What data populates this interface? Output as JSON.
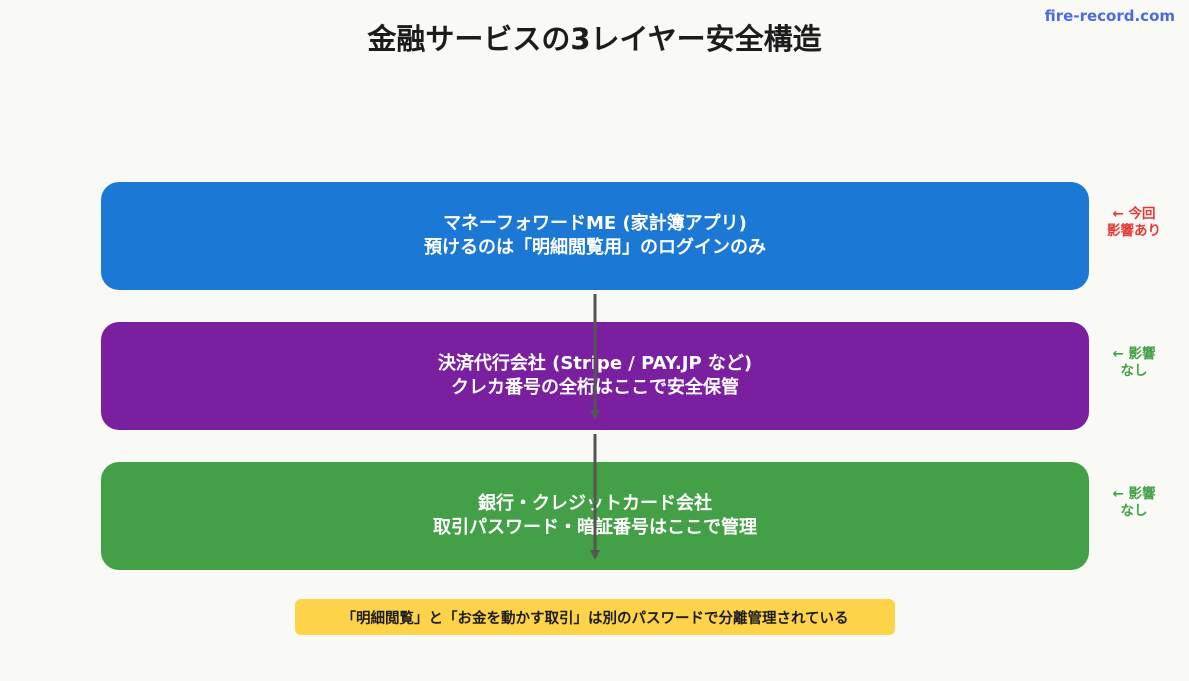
{
  "title": "金融サービスの3レイヤー安全構造",
  "watermark": "fire-record.com",
  "colors": {
    "layer1": "#1b78d4",
    "layer2": "#7a1fa0",
    "layer3": "#43a047",
    "impact_yes": "#e53935",
    "impact_no": "#43a047",
    "note_bg": "#fdd34a"
  },
  "layers": [
    {
      "line1": "マネーフォワードME (家計簿アプリ)",
      "line2": "預けるのは「明細閲覧用」のログインのみ",
      "impact_line1": "← 今回",
      "impact_line2": "影響あり"
    },
    {
      "line1": "決済代行会社 (Stripe / PAY.JP など)",
      "line2": "クレカ番号の全桁はここで安全保管",
      "impact_line1": "← 影響",
      "impact_line2": "なし"
    },
    {
      "line1": "銀行・クレジットカード会社",
      "line2": "取引パスワード・暗証番号はここで管理",
      "impact_line1": "← 影響",
      "impact_line2": "なし"
    }
  ],
  "note": "「明細閲覧」と「お金を動かす取引」は別のパスワードで分離管理されている"
}
